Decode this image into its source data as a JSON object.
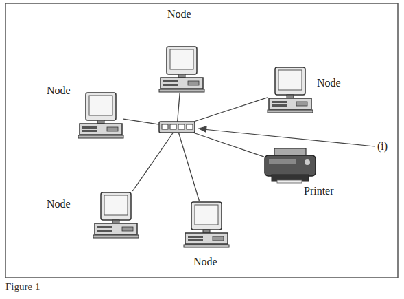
{
  "diagram": {
    "caption": "Figure 1",
    "nodes": [
      {
        "text": [
          "Node"
        ]
      },
      {
        "text": [
          "Node"
        ]
      },
      {
        "text": [
          "Node"
        ]
      },
      {
        "text": [
          "(i)"
        ]
      },
      {
        "text": [
          "Printer"
        ]
      },
      {
        "text": [
          "Node"
        ]
      },
      {
        "text": [
          "Node"
        ]
      }
    ],
    "edges": [
      {
        "from": 3,
        "to": 0,
        "arrow": "none"
      },
      {
        "from": 3,
        "to": 1,
        "arrow": "none"
      },
      {
        "from": 3,
        "to": 2,
        "arrow": "none"
      },
      {
        "from": 3,
        "to": 4,
        "arrow": "none"
      },
      {
        "from": 3,
        "to": 5,
        "arrow": "none"
      },
      {
        "from": 3,
        "to": 6,
        "arrow": "none"
      }
    ]
  }
}
